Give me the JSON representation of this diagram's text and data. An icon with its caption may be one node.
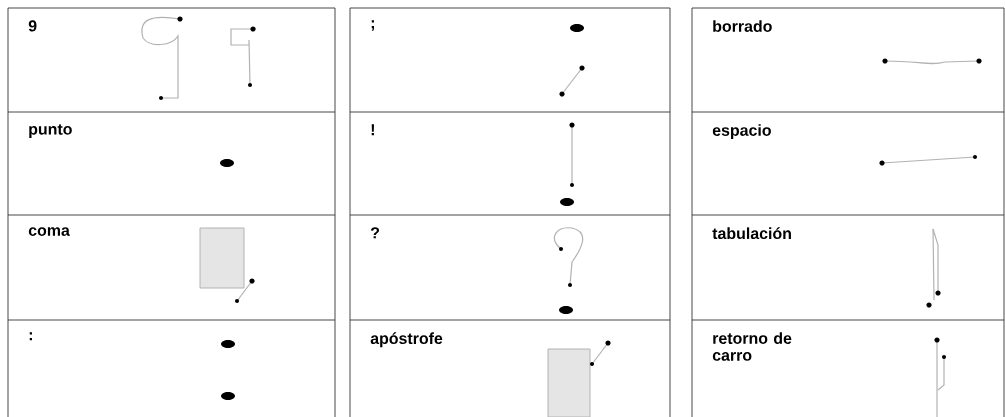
{
  "diagram": {
    "labels": [
      "9",
      "punto",
      "coma",
      ":",
      ";",
      "!",
      "?",
      "apóstrofe",
      "borrado",
      "espacio",
      "tabulación",
      "retorno de carro"
    ]
  }
}
